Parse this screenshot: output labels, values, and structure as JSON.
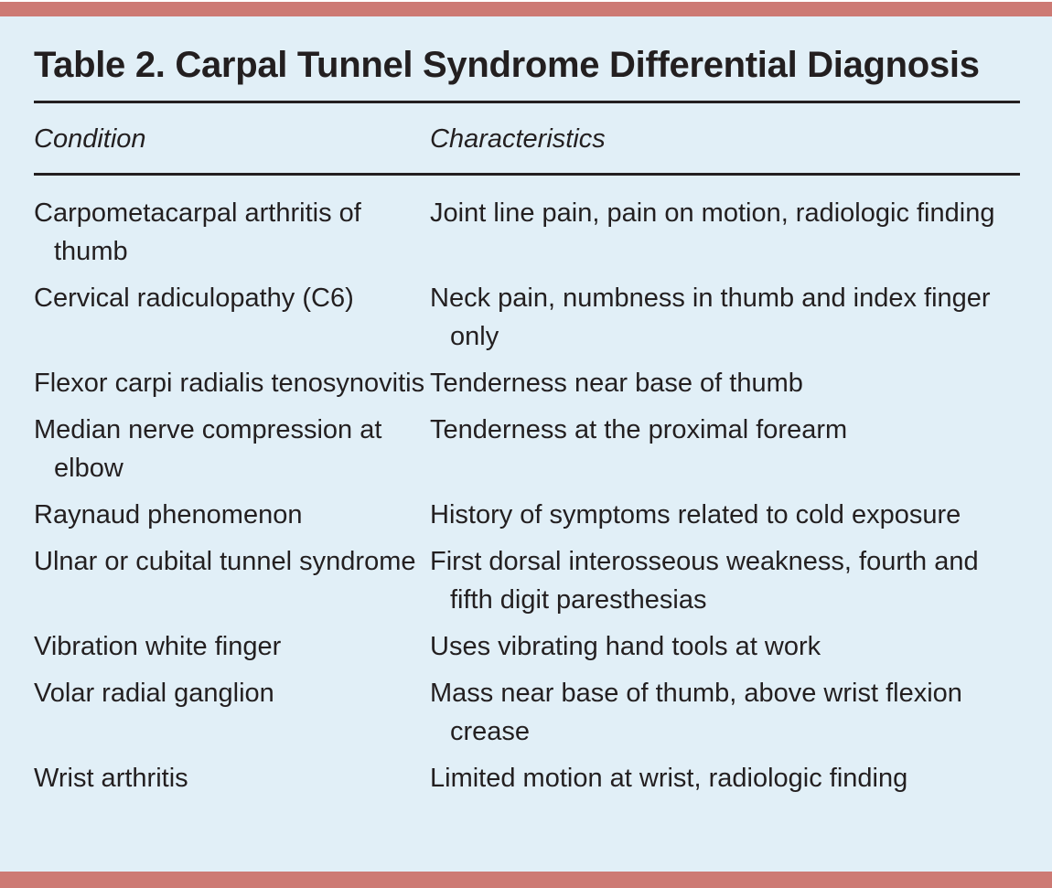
{
  "colors": {
    "accent_bar": "#cd7a74",
    "panel_background": "#e1eff7",
    "text": "#231f20",
    "rule": "#231f20"
  },
  "table": {
    "title": "Table 2. Carpal Tunnel Syndrome Differential Diagnosis",
    "columns": [
      "Condition",
      "Characteristics"
    ],
    "rows": [
      {
        "condition": "Carpometacarpal arthritis of thumb",
        "characteristics": "Joint line pain, pain on motion, radiologic finding"
      },
      {
        "condition": "Cervical radiculopathy (C6)",
        "characteristics": "Neck pain, numbness in thumb and index finger only"
      },
      {
        "condition": "Flexor carpi radialis tenosynovitis",
        "characteristics": "Tenderness near base of thumb"
      },
      {
        "condition": "Median nerve compression at elbow",
        "characteristics": "Tenderness at the proximal forearm"
      },
      {
        "condition": "Raynaud phenomenon",
        "characteristics": "History of symptoms related to cold exposure"
      },
      {
        "condition": "Ulnar or cubital tunnel syndrome",
        "characteristics": "First dorsal interosseous weakness, fourth and fifth digit paresthesias"
      },
      {
        "condition": "Vibration white finger",
        "characteristics": "Uses vibrating hand tools at work"
      },
      {
        "condition": "Volar radial ganglion",
        "characteristics": "Mass near base of thumb, above wrist flexion crease"
      },
      {
        "condition": "Wrist arthritis",
        "characteristics": "Limited motion at wrist, radiologic finding"
      }
    ]
  }
}
